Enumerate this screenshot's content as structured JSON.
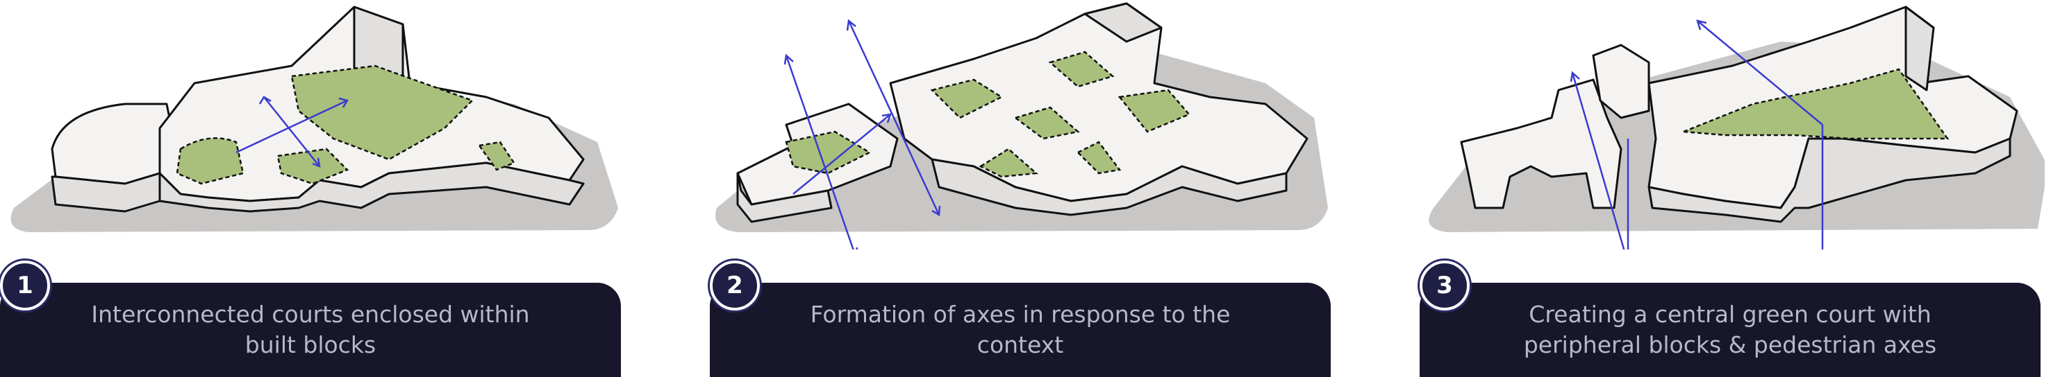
{
  "steps": [
    {
      "number": "1",
      "caption": "Interconnected courts enclosed within built blocks"
    },
    {
      "number": "2",
      "caption": "Formation of axes in response to the context"
    },
    {
      "number": "3",
      "caption": "Creating a central green court with peripheral blocks & pedestrian axes"
    }
  ],
  "colors": {
    "ground": "#c9c7c6",
    "building": "#f4f3f2",
    "building_side": "#e2e0de",
    "green": "#a8c07c",
    "axis": "#3b3bd0",
    "caption_bg": "#17162b",
    "caption_text": "#b9b7cc"
  }
}
